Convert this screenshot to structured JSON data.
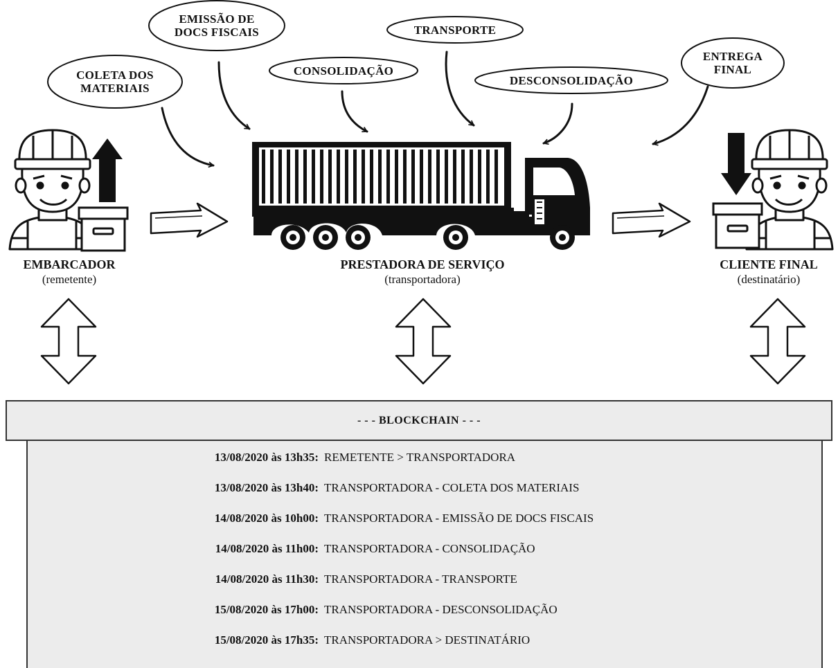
{
  "steps": {
    "coleta": "COLETA DOS\nMATERIAIS",
    "emissao": "EMISSÃO DE\nDOCS FISCAIS",
    "consolidacao": "CONSOLIDAÇÃO",
    "transporte": "TRANSPORTE",
    "desconsolidacao": "DESCONSOLIDAÇÃO",
    "entrega": "ENTREGA\nFINAL"
  },
  "actors": {
    "embarcador": {
      "name": "EMBARCADOR",
      "role": "(remetente)"
    },
    "prestadora": {
      "name": "PRESTADORA DE SERVIÇO",
      "role": "(transportadora)"
    },
    "cliente": {
      "name": "CLIENTE FINAL",
      "role": "(destinatário)"
    }
  },
  "blockchain": {
    "title": "- - - BLOCKCHAIN - - -",
    "entries": [
      {
        "timestamp": "13/08/2020 às 13h35:",
        "event": "REMETENTE > TRANSPORTADORA"
      },
      {
        "timestamp": "13/08/2020 às 13h40:",
        "event": "TRANSPORTADORA - COLETA DOS MATERIAIS"
      },
      {
        "timestamp": "14/08/2020 às 10h00:",
        "event": "TRANSPORTADORA - EMISSÃO DE DOCS FISCAIS"
      },
      {
        "timestamp": "14/08/2020 às 11h00:",
        "event": "TRANSPORTADORA - CONSOLIDAÇÃO"
      },
      {
        "timestamp": "14/08/2020 às 11h30:",
        "event": "TRANSPORTADORA - TRANSPORTE"
      },
      {
        "timestamp": "15/08/2020 às 17h00:",
        "event": "TRANSPORTADORA - DESCONSOLIDAÇÃO"
      },
      {
        "timestamp": "15/08/2020 às 17h35:",
        "event": "TRANSPORTADORA > DESTINATÁRIO"
      }
    ]
  }
}
